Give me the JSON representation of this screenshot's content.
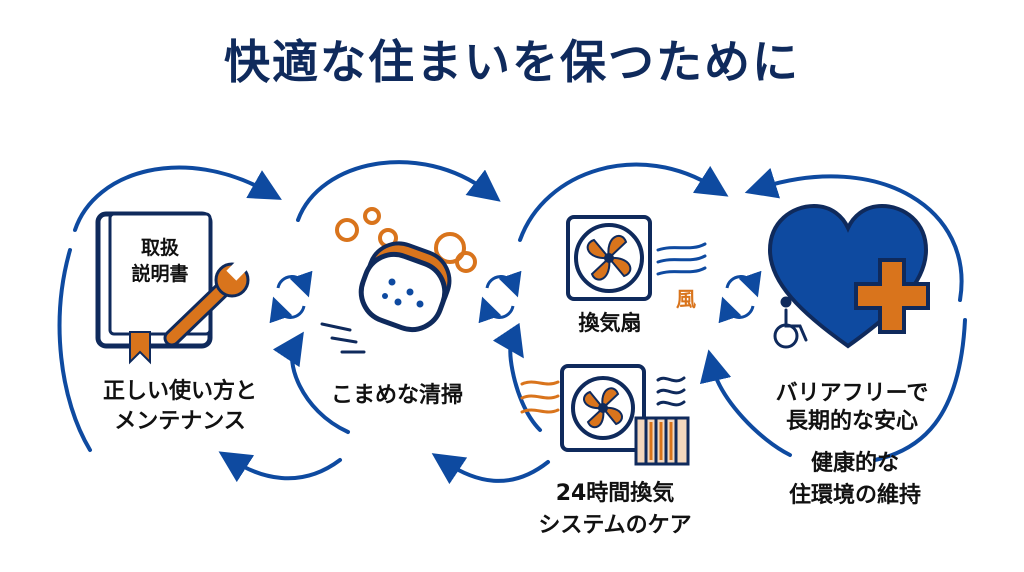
{
  "title": "快適な住まいを保つために",
  "colors": {
    "navy": "#0e4aa0",
    "dark_navy": "#0f2a5c",
    "orange": "#d9741c",
    "text": "#111111"
  },
  "nodes": [
    {
      "icon": "manual-and-wrench-icon",
      "manual_text": [
        "取扱",
        "説明書"
      ],
      "label": [
        "正しい使い方と",
        "メンテナンス"
      ]
    },
    {
      "icon": "sponge-with-bubbles-icon",
      "label": [
        "こまめな清掃"
      ]
    },
    {
      "icon": "ventilation-fan-icon",
      "fan_label": "換気扇",
      "wind_label": "風",
      "label": [
        "24時間換気",
        "システムのケア"
      ]
    },
    {
      "icon": "heart-plus-wheelchair-icon",
      "label": [
        "バリアフリーで",
        "長期的な安心"
      ],
      "label2": [
        "健康的な",
        "住環境の維持"
      ]
    }
  ]
}
